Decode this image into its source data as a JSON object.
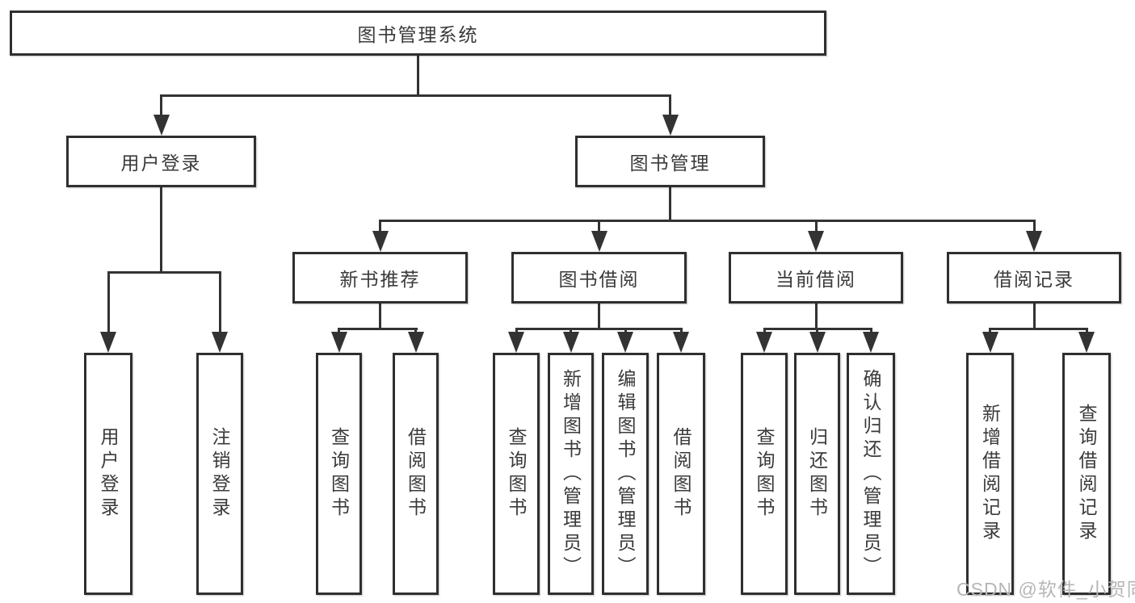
{
  "tree": {
    "label": "图书管理系统",
    "children": [
      {
        "label": "用户登录",
        "children": [
          {
            "label": "用户登录"
          },
          {
            "label": "注销登录"
          }
        ]
      },
      {
        "label": "图书管理",
        "children": [
          {
            "label": "新书推荐",
            "children": [
              {
                "label": "查询图书"
              },
              {
                "label": "借阅图书"
              }
            ]
          },
          {
            "label": "图书借阅",
            "children": [
              {
                "label": "查询图书"
              },
              {
                "label": "新增图书（管理员）"
              },
              {
                "label": "编辑图书（管理员）"
              },
              {
                "label": "借阅图书"
              }
            ]
          },
          {
            "label": "当前借阅",
            "children": [
              {
                "label": "查询图书"
              },
              {
                "label": "归还图书"
              },
              {
                "label": "确认归还（管理员）"
              }
            ]
          },
          {
            "label": "借阅记录",
            "children": [
              {
                "label": "新增借阅记录"
              },
              {
                "label": "查询借阅记录"
              }
            ]
          }
        ]
      }
    ]
  },
  "watermark": {
    "text": "CSDN @软件_小贺同学"
  },
  "colors": {
    "line": "#333333",
    "box_border": "#2f2f2f",
    "text": "#3a3a3a",
    "watermark": "#b6b6b6",
    "background": "#ffffff"
  }
}
